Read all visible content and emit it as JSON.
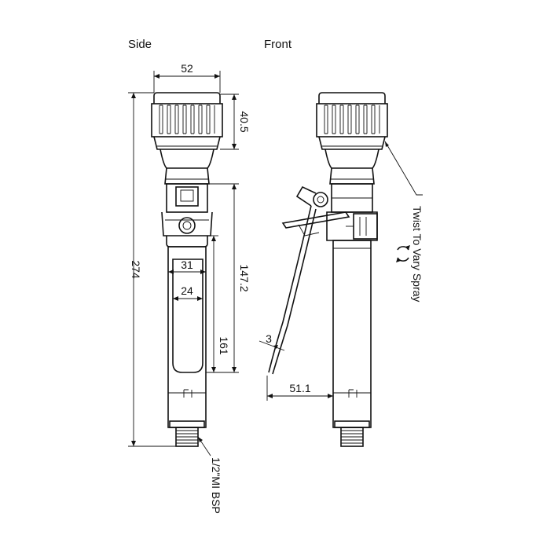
{
  "views": {
    "side_label": "Side",
    "front_label": "Front"
  },
  "dimensions": {
    "head_width": "52",
    "head_height": "40.5",
    "overall_length": "274",
    "handle_width_outer": "31",
    "handle_width_inner": "24",
    "lever_to_base": "147.2",
    "slot_length": "161",
    "lever_thickness": "3",
    "lever_offset": "51.1"
  },
  "annotations": {
    "twist_note": "Twist To Vary Spray",
    "thread_note": "1/2\"MI BSP"
  },
  "icons": {
    "rotate": "rotate-arrows-icon"
  }
}
